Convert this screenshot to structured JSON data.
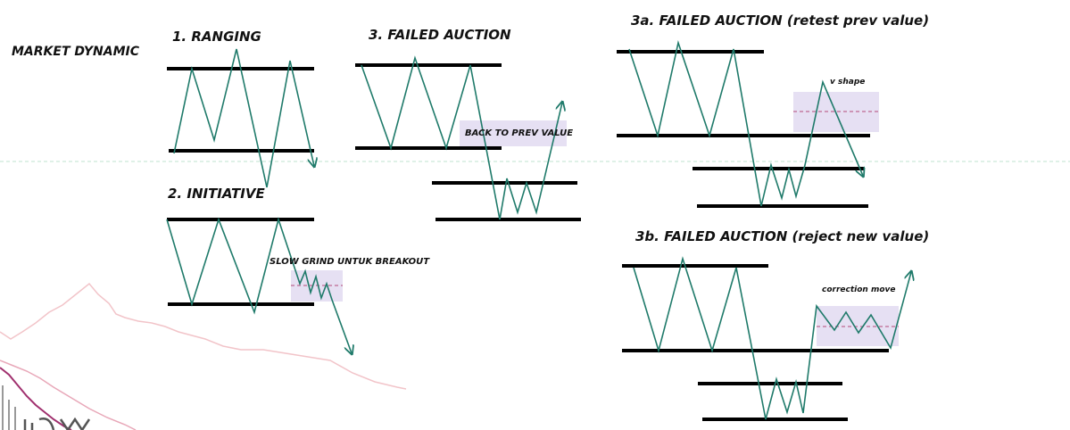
{
  "title": "MARKET DYNAMIC",
  "panels": {
    "ranging": "1. RANGING",
    "initiative": "2. INITIATIVE",
    "failed_auction": "3. FAILED AUCTION",
    "failed_auction_retest": "3a. FAILED AUCTION (retest prev value)",
    "failed_auction_reject": "3b. FAILED AUCTION (reject new value)"
  },
  "annotations": {
    "slow_grind": "SLOW GRIND UNTUK BREAKOUT",
    "back_to_prev": "BACK TO PREV VALUE",
    "v_shape": "v shape",
    "correction": "correction move"
  },
  "colors": {
    "path": "#1f7a6a",
    "level": "#000000",
    "highlight": "#e6e0f3",
    "highlight_dash": "#b44a7a",
    "separator": "#bfe3cf",
    "bg_chart": "#f2c4c9",
    "bg_chart_dark": "#a0306e"
  }
}
